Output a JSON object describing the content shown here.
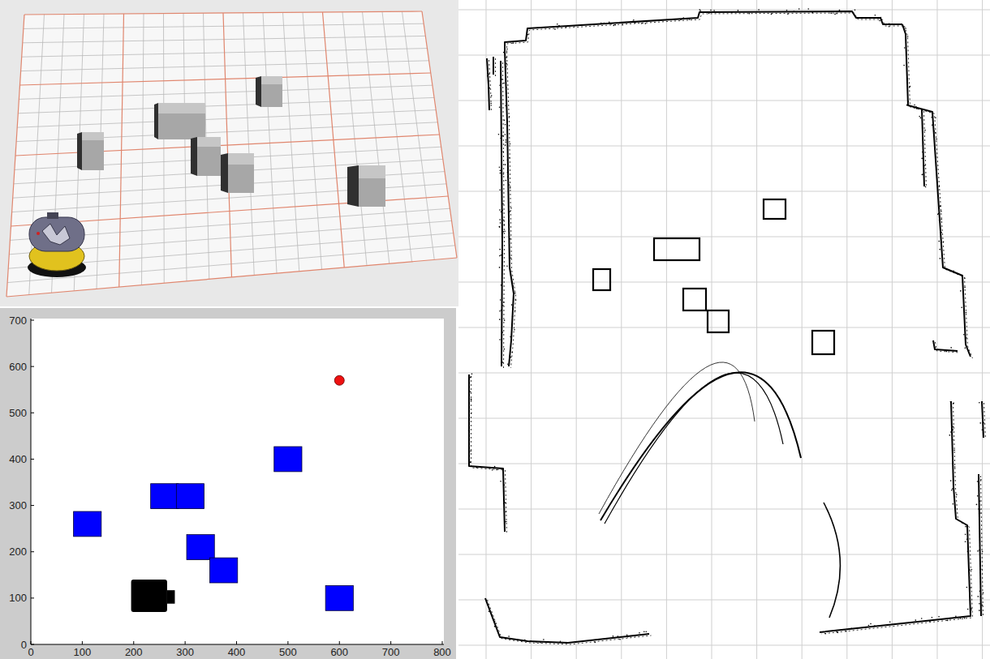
{
  "diagram": {
    "labels": [
      "700",
      "600",
      "500",
      "400",
      "300",
      "200",
      "100",
      "0",
      "0",
      "100",
      "200",
      "300",
      "400",
      "500",
      "600",
      "700",
      "800"
    ]
  }
}
